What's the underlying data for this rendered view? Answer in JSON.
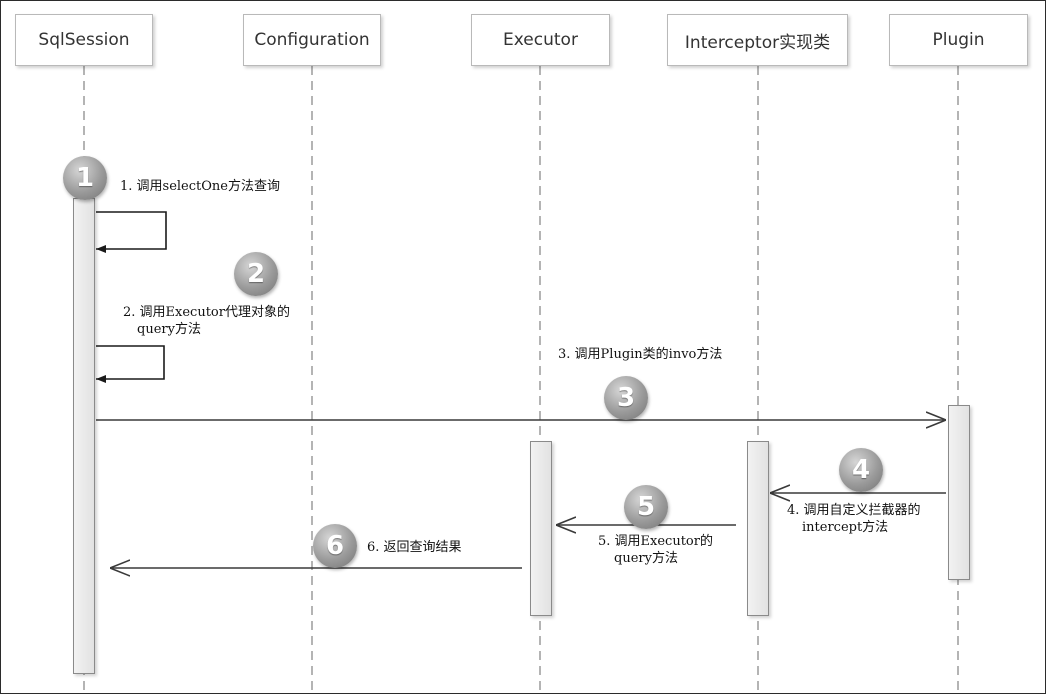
{
  "participants": [
    {
      "id": "sqlsession",
      "label": "SqlSession"
    },
    {
      "id": "configuration",
      "label": "Configuration"
    },
    {
      "id": "executor",
      "label": "Executor"
    },
    {
      "id": "interceptor",
      "label": "Interceptor实现类"
    },
    {
      "id": "plugin",
      "label": "Plugin"
    }
  ],
  "steps": [
    {
      "number": "1",
      "label_lines": [
        "1. 调用selectOne方法查询"
      ]
    },
    {
      "number": "2",
      "label_lines": [
        "2. 调用Executor代理对象的",
        "query方法"
      ]
    },
    {
      "number": "3",
      "label_lines": [
        "3. 调用Plugin类的invo方法"
      ]
    },
    {
      "number": "4",
      "label_lines": [
        "4. 调用自定义拦截器的",
        "intercept方法"
      ]
    },
    {
      "number": "5",
      "label_lines": [
        "5. 调用Executor的",
        "query方法"
      ]
    },
    {
      "number": "6",
      "label_lines": [
        "6. 返回查询结果"
      ]
    }
  ],
  "colors": {
    "line": "#3a3a3a",
    "lifeline": "#8c8c8c",
    "badge": "#9a9a9a"
  }
}
